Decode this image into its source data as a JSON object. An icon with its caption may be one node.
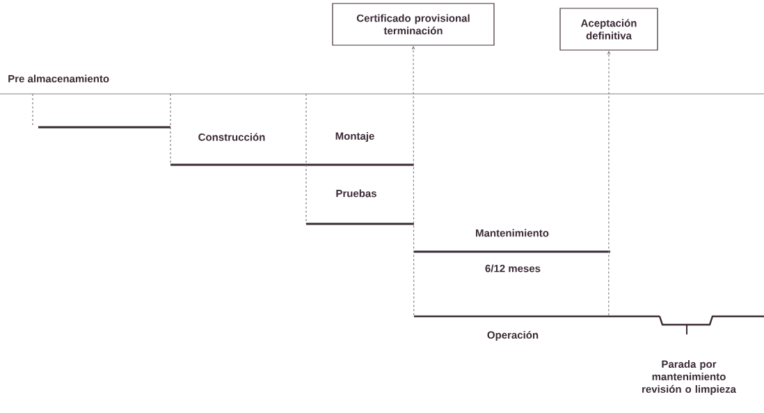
{
  "diagram": {
    "nodes": [
      {
        "text": [
          "Certificado provisional terminación"
        ]
      },
      {
        "text": [
          "Aceptación definitiva"
        ]
      },
      {
        "text": [],
        "shape": "bar"
      }
    ],
    "edges": [
      {
        "from": 2,
        "to": 0,
        "arrow": "to",
        "style": "dashed"
      },
      {
        "from": 2,
        "to": 1,
        "arrow": "to",
        "style": "dashed"
      }
    ],
    "labels": [
      "Pre almacenamiento",
      "Construcción",
      "Montaje",
      "Pruebas",
      "Mantenimiento",
      "6/12 meses",
      "Operación",
      "Parada por mantenimiento revisión o limpieza"
    ]
  }
}
